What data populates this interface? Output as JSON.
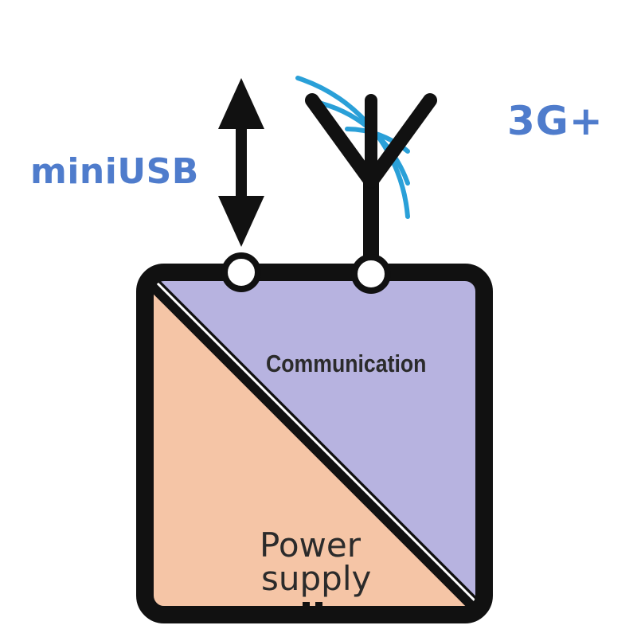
{
  "labels": {
    "miniusb": "miniUSB",
    "network": "3G+",
    "communication": "Communication",
    "power_line1": "Power",
    "power_line2": "supply"
  },
  "colors": {
    "communication_fill": "#b7b3e0",
    "power_fill": "#f5c5a6",
    "outline": "#111111",
    "signal_arcs": "#2aa0d8",
    "label_blue": "#4f7ccc"
  },
  "icons": [
    "up-down-arrow-icon",
    "antenna-icon",
    "signal-waves-icon",
    "port-icon",
    "power-connector-icon"
  ]
}
